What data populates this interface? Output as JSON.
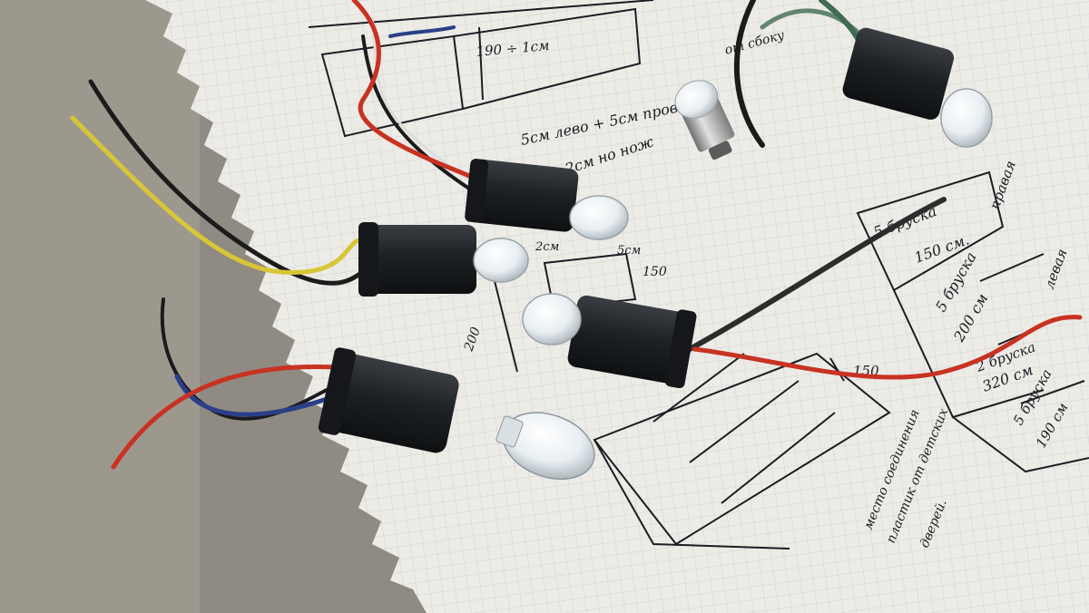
{
  "photo": {
    "notes": {
      "top_dim": "190 ÷ 1см",
      "top_right": "от сбоку",
      "left_plus": "5см лево + 5см прово",
      "leg_note": "2см но нож",
      "dim_5cm": "5см",
      "dim_2cm": "2см",
      "dim_150_mid": "150",
      "dim_200_left": "200",
      "dim_150_box": "150",
      "label_right": "правая",
      "label_left": "левая",
      "list_item_1": "5 бруска",
      "list_item_1_len": "150 см.",
      "list_item_2": "5 бруска",
      "list_item_2_len": "200 см",
      "list_item_3": "2 бруска",
      "list_item_3_len": "320 см",
      "list_item_4": "5 бруска",
      "list_item_4_len": "190 см",
      "bottom_note_1": "место соединения",
      "bottom_note_2": "пластик от детских",
      "bottom_note_3": "дверей."
    },
    "colors": {
      "background": "#8f8a82",
      "paper": "#ecebe5",
      "grid": "#c9ccd2",
      "ink": "#1c1c24",
      "socket": "#1e2124",
      "wire_red": "#c83222",
      "wire_yellow": "#d8c636",
      "wire_black": "#1b1b1b",
      "wire_blue": "#2a3f88",
      "wire_green": "#3e6b52"
    }
  }
}
